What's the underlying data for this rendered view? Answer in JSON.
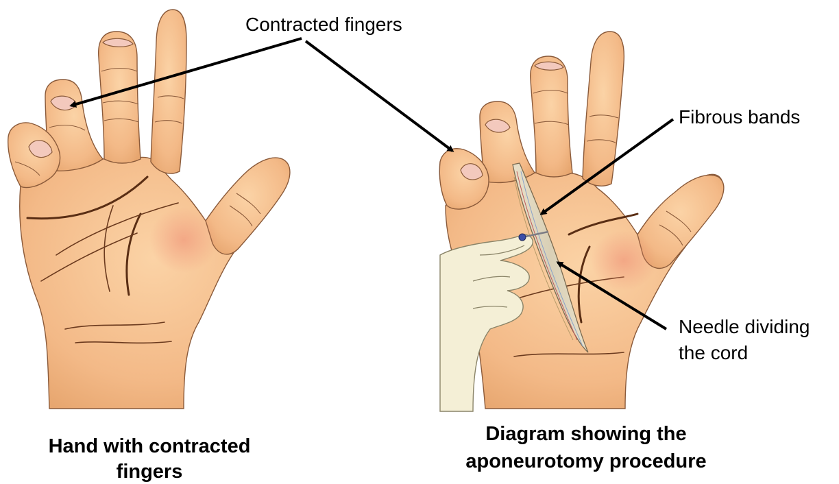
{
  "labels": {
    "contracted_fingers": "Contracted fingers",
    "fibrous_bands": "Fibrous bands",
    "needle_line1": "Needle dividing",
    "needle_line2": "the cord"
  },
  "captions": {
    "left_line1": "Hand with contracted",
    "left_line2": "fingers",
    "right_line1": "Diagram showing the",
    "right_line2": "aponeurotomy procedure"
  },
  "colors": {
    "skin": "#f6c08e",
    "skin_dark": "#e7a66f",
    "glove": "#f4efd6",
    "arrow": "#000000"
  }
}
